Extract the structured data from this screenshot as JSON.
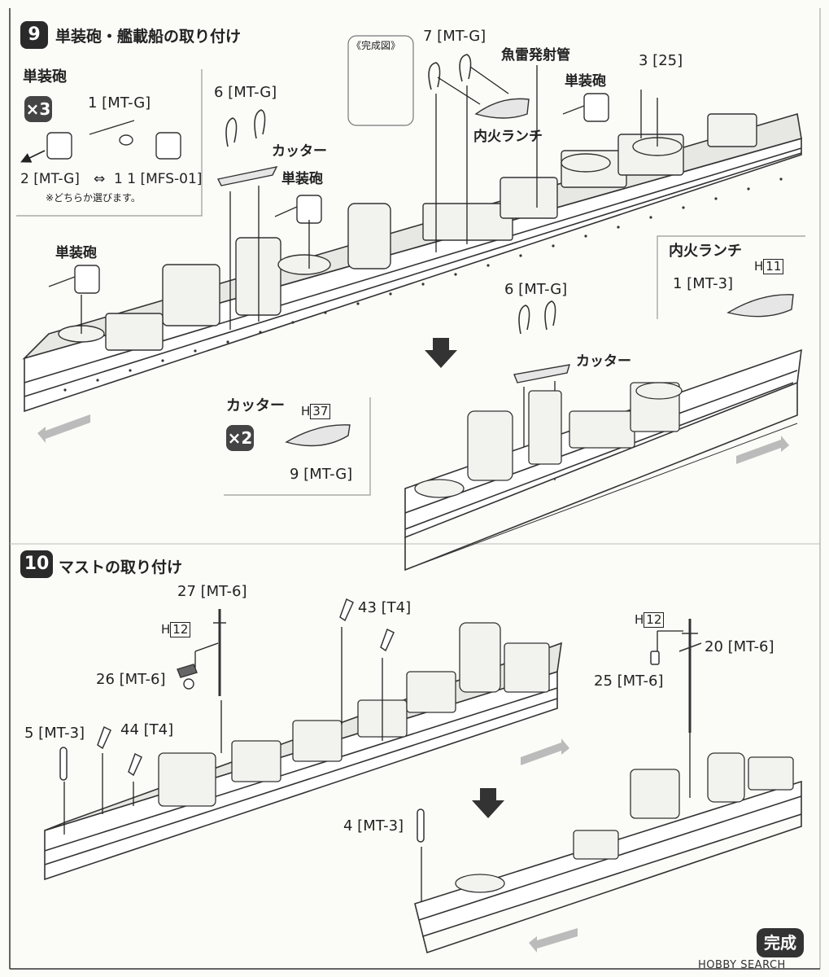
{
  "step9": {
    "number": "9",
    "title": "単装砲・艦載船の取り付け"
  },
  "step10": {
    "number": "10",
    "title": "マストの取り付け"
  },
  "gun_box": {
    "title": "単装砲",
    "multiplier": "×3",
    "part_barrel": "1 [MT-G]",
    "part_alt_a": "2 [MT-G]",
    "swap_symbol": "⇔",
    "part_alt_b": "1 1 [MFS-01]",
    "note": "※どちらか選びます。"
  },
  "completion_view": "《完成図》",
  "labels9": {
    "p6_top": "6 [MT-G]",
    "cutter_top": "カッター",
    "gun_mid": "単装砲",
    "gun_left": "単装砲",
    "p7": "7 [MT-G]",
    "torpedo": "魚雷発射管",
    "launch": "内火ランチ",
    "gun_right": "単装砲",
    "p3": "3 [25]",
    "p6_bottom": "6 [MT-G]",
    "cutter_bottom": "カッター"
  },
  "launch_box": {
    "title": "内火ランチ",
    "h_prefix": "H",
    "h_num": "11",
    "part": "1 [MT-3]"
  },
  "cutter_box": {
    "title": "カッター",
    "multiplier": "×2",
    "h_prefix": "H",
    "h_num": "37",
    "part": "9 [MT-G]"
  },
  "labels10": {
    "p27": "27 [MT-6]",
    "h12a_prefix": "H",
    "h12a_num": "12",
    "p26": "26 [MT-6]",
    "p43": "43 [T4]",
    "p5": "5 [MT-3]",
    "p44": "44 [T4]",
    "h12b_prefix": "H",
    "h12b_num": "12",
    "p20": "20 [MT-6]",
    "p25": "25 [MT-6]",
    "p4": "4 [MT-3]"
  },
  "done_label": "完成",
  "watermark": "HOBBY SEARCH"
}
